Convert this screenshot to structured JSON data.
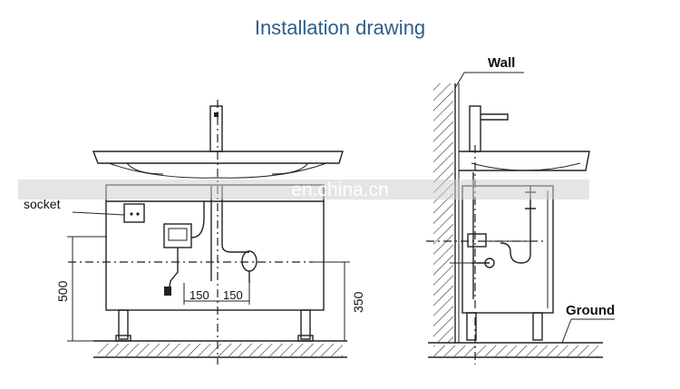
{
  "title": "Installation drawing",
  "labels": {
    "socket": "socket",
    "wall": "Wall",
    "ground": "Ground",
    "dim_500": "500",
    "dim_350": "350",
    "dim_150_left": "150",
    "dim_150_right": "150"
  },
  "watermark": "en.china.cn",
  "colors": {
    "title": "#2f5d8a",
    "line": "#222222",
    "watermark_band": "#d0d0d0"
  }
}
